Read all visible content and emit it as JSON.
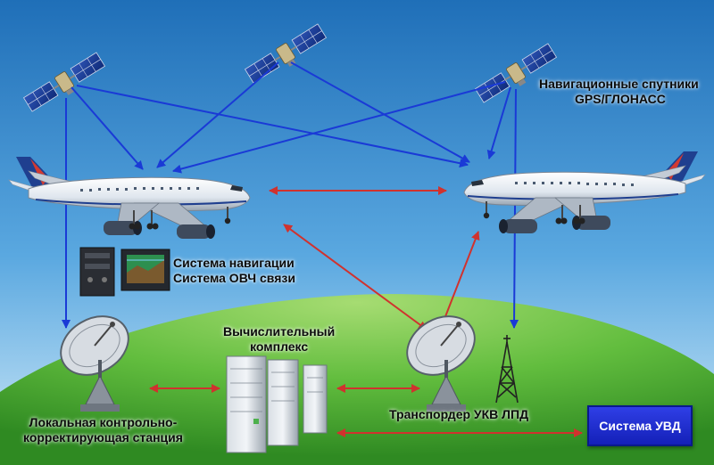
{
  "labels": {
    "satellites": [
      "Навигационные спутники",
      "GPS/ГЛОНАСС"
    ],
    "avionics": [
      "Система навигации",
      "Система ОВЧ связи"
    ],
    "computing": [
      "Вычислительный",
      "комплекс"
    ],
    "ground_station": [
      "Локальная контрольно-",
      "корректирующая станция"
    ],
    "transponder": "Транспордер УКВ ЛПД",
    "atc_system": "Система УВД"
  },
  "colors": {
    "sky_top": "#1f6fb8",
    "sky_bottom": "#bde0f5",
    "ground": "#5fbe3c",
    "signal_blue": "#1a3ad6",
    "link_red": "#d0322e",
    "atc_box": "#2233dd"
  }
}
